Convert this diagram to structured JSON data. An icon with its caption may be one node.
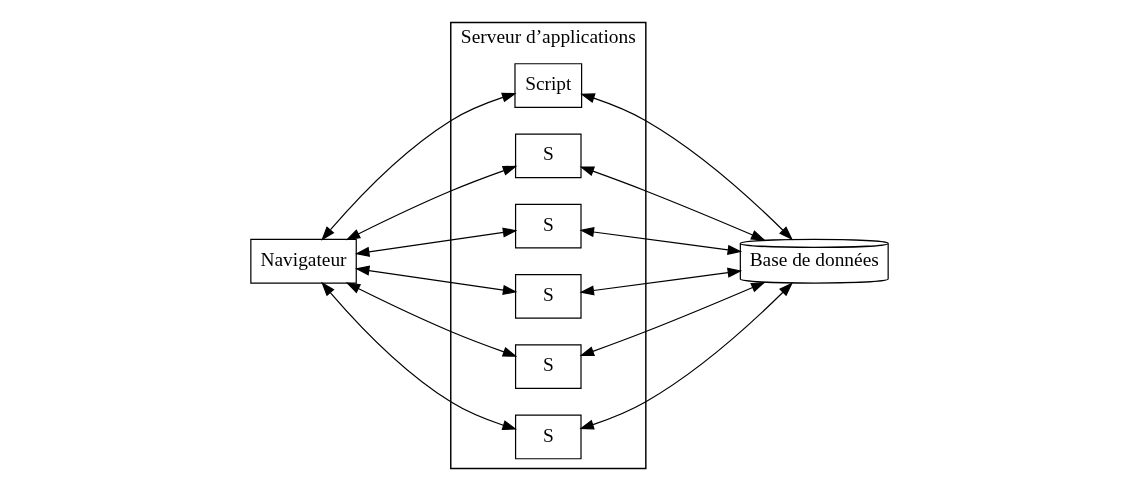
{
  "diagram": {
    "nodes": [
      {
        "text": [
          "Navigateur"
        ]
      },
      {
        "text": [
          "Serveur d’applications"
        ]
      },
      {
        "text": [
          "Script"
        ],
        "in": 1
      },
      {
        "text": [
          "S"
        ],
        "in": 1
      },
      {
        "text": [
          "S"
        ],
        "in": 1
      },
      {
        "text": [
          "S"
        ],
        "in": 1
      },
      {
        "text": [
          "S"
        ],
        "in": 1
      },
      {
        "text": [
          "S"
        ],
        "in": 1
      },
      {
        "text": [
          "Base de données"
        ]
      }
    ],
    "edges": [
      {
        "from": 0,
        "to": 2,
        "arrow": "both"
      },
      {
        "from": 0,
        "to": 3,
        "arrow": "both"
      },
      {
        "from": 0,
        "to": 4,
        "arrow": "both"
      },
      {
        "from": 0,
        "to": 5,
        "arrow": "both"
      },
      {
        "from": 0,
        "to": 6,
        "arrow": "both"
      },
      {
        "from": 0,
        "to": 7,
        "arrow": "both"
      },
      {
        "from": 2,
        "to": 8,
        "arrow": "both"
      },
      {
        "from": 3,
        "to": 8,
        "arrow": "both"
      },
      {
        "from": 4,
        "to": 8,
        "arrow": "both"
      },
      {
        "from": 5,
        "to": 8,
        "arrow": "both"
      },
      {
        "from": 6,
        "to": 8,
        "arrow": "both"
      },
      {
        "from": 7,
        "to": 8,
        "arrow": "both"
      }
    ]
  }
}
